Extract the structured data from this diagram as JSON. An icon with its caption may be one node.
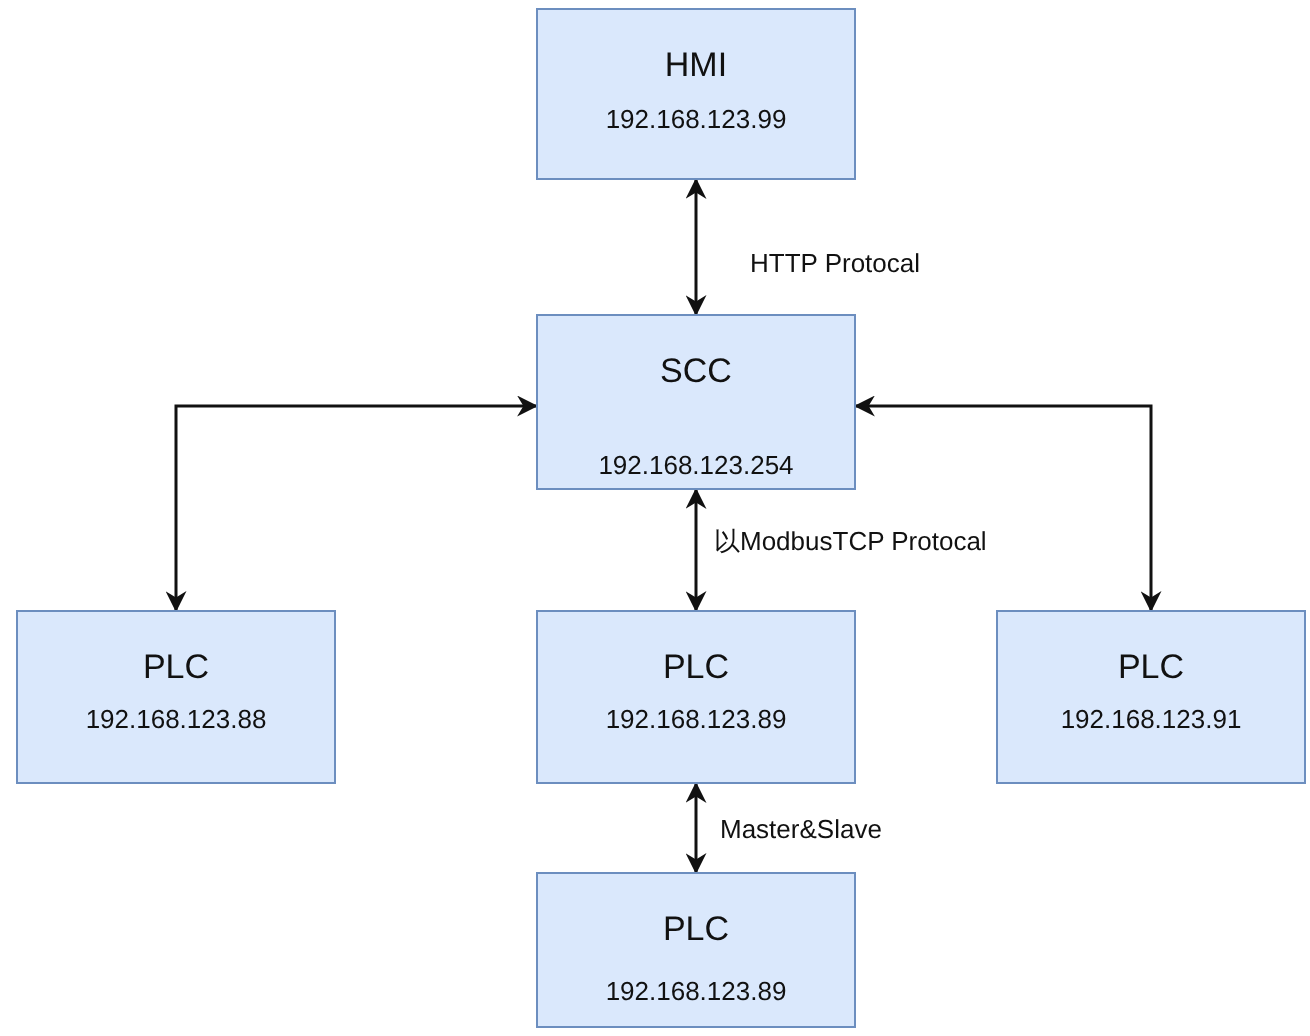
{
  "diagram": {
    "nodes": [
      {
        "text": [
          "HMI",
          "192.168.123.99"
        ]
      },
      {
        "text": [
          "SCC",
          "192.168.123.254"
        ]
      },
      {
        "text": [
          "PLC",
          "192.168.123.88"
        ]
      },
      {
        "text": [
          "PLC",
          "192.168.123.89"
        ]
      },
      {
        "text": [
          "PLC",
          "192.168.123.91"
        ]
      },
      {
        "text": [
          "PLC",
          "192.168.123.89"
        ]
      }
    ],
    "edges": [
      {
        "from": 0,
        "to": 1,
        "arrow": "both",
        "label": "HTTP Protocal"
      },
      {
        "from": 1,
        "to": 2,
        "arrow": "both"
      },
      {
        "from": 1,
        "to": 3,
        "arrow": "both",
        "label": "以ModbusTCP Protocal"
      },
      {
        "from": 1,
        "to": 4,
        "arrow": "both"
      },
      {
        "from": 3,
        "to": 5,
        "arrow": "both",
        "label": "Master&Slave"
      }
    ]
  }
}
